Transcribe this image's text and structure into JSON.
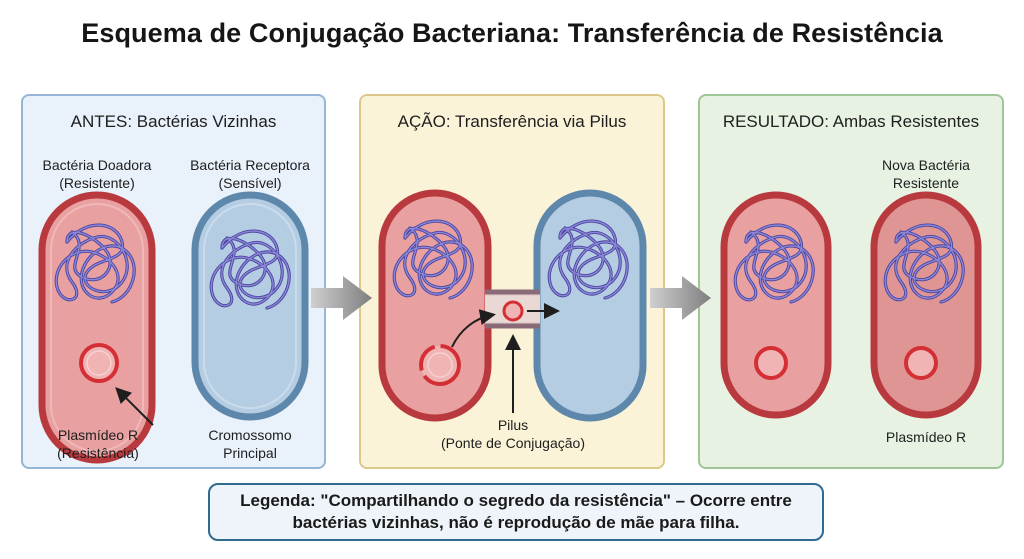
{
  "title": "Esquema de Conjugação Bacteriana: Transferência de Resistência",
  "panels": [
    {
      "title": "ANTES: Bactérias Vizinhas",
      "donor_label": [
        "Bactéria Doadora",
        "(Resistente)"
      ],
      "receiver_label": [
        "Bactéria Receptora",
        "(Sensível)"
      ],
      "plasmid_label": [
        "Plasmídeo R",
        "(Resistência)"
      ],
      "chromosome_label": [
        "Cromossomo",
        "Principal"
      ]
    },
    {
      "title": "AÇÃO: Transferência via Pilus",
      "pilus_label": [
        "Pilus",
        "(Ponte de Conjugação)"
      ]
    },
    {
      "title": "RESULTADO: Ambas Resistentes",
      "new_label": [
        "Nova Bactéria",
        "Resistente"
      ],
      "plasmid_label": "Plasmídeo R"
    }
  ],
  "legend": {
    "line1": "Legenda: \"Compartilhando o segredo da resistência\" – Ocorre entre",
    "line2": "bactérias vizinhas, não é reprodução de mãe para filha."
  },
  "colors": {
    "resistant_fill": "#e9a0a0",
    "resistant_border": "#b93a3e",
    "sensitive_fill": "#b5cde3",
    "sensitive_border": "#5e88ab",
    "dna": "#6a63b8",
    "plasmid": "#d42f35",
    "arrow": "#8c8c8c"
  }
}
